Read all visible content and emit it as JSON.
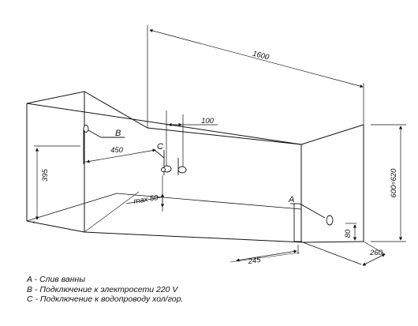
{
  "dimensions": {
    "length": "1600",
    "height": "600÷620",
    "width_end": "260",
    "offset_100": "100",
    "offset_450": "450",
    "height_395": "395",
    "max_50": "max 50",
    "offset_245": "245",
    "height_80": "80"
  },
  "points": {
    "a": "A",
    "b": "B",
    "c": "C"
  },
  "legend": {
    "a": "A - Слив ванны",
    "b": "B - Подключение к электросети 220 V",
    "c": "C - Подключение к водопроводу хол/гор."
  }
}
